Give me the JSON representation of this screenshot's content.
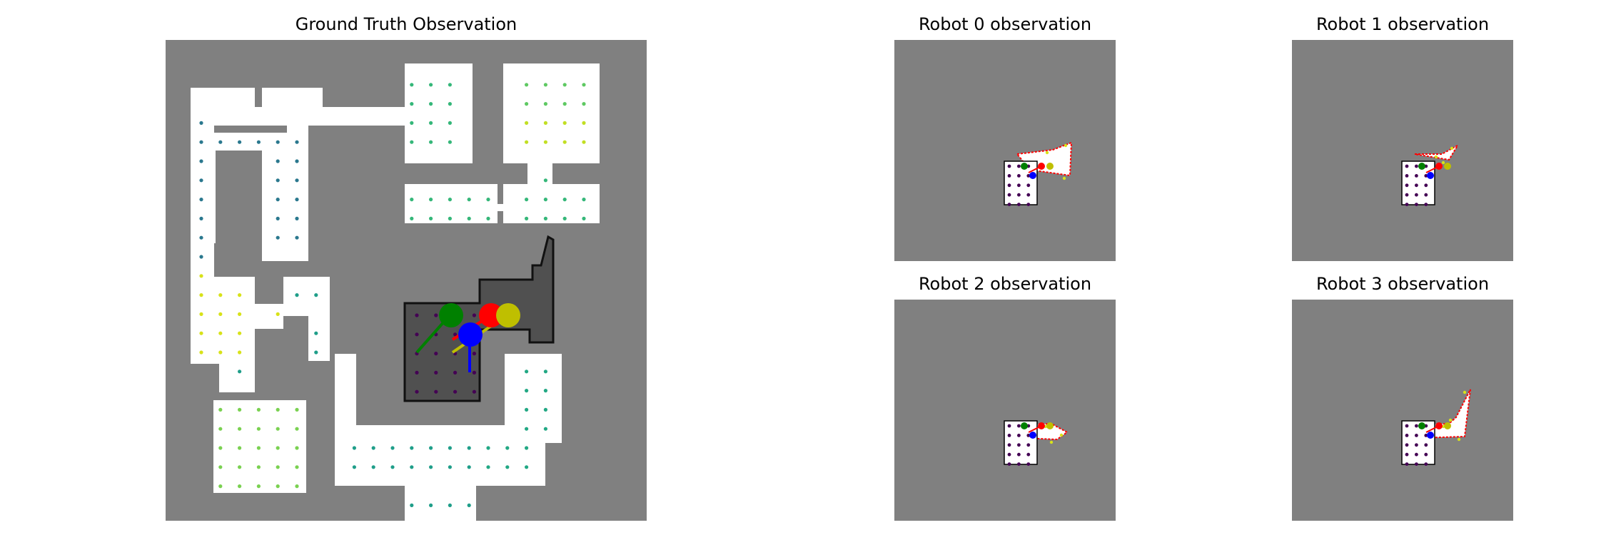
{
  "figure": {
    "titles": {
      "ground_truth": "Ground Truth Observation",
      "robot0": "Robot 0 observation",
      "robot1": "Robot 1 observation",
      "robot2": "Robot 2 observation",
      "robot3": "Robot 3 observation"
    }
  },
  "colors": {
    "unknown": "#808080",
    "free": "#ffffff",
    "robot_red": "#ff0000",
    "robot_green": "#008000",
    "robot_blue": "#0000ff",
    "robot_yellow": "#bfbf00",
    "low_value": "#440154",
    "mid_value": "#21918c",
    "high_value": "#fde725"
  },
  "robots": [
    {
      "id": 0,
      "color": "red"
    },
    {
      "id": 1,
      "color": "blue"
    },
    {
      "id": 2,
      "color": "green"
    },
    {
      "id": 3,
      "color": "yellow"
    }
  ]
}
